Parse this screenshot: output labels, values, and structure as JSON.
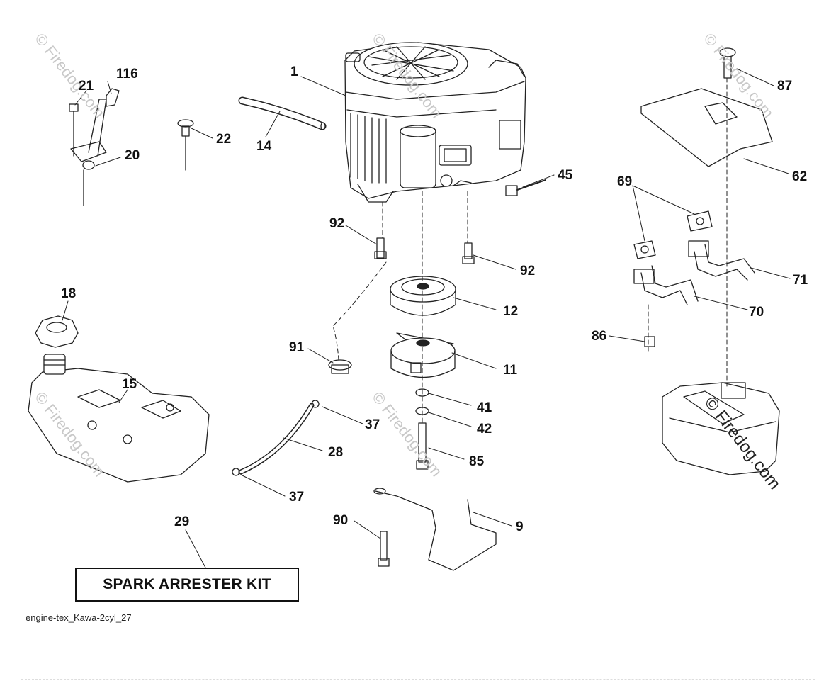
{
  "watermark": "© Firedog.com",
  "callouts": [
    {
      "id": "1",
      "label": "1"
    },
    {
      "id": "116",
      "label": "116"
    },
    {
      "id": "21",
      "label": "21"
    },
    {
      "id": "20",
      "label": "20"
    },
    {
      "id": "22",
      "label": "22"
    },
    {
      "id": "14",
      "label": "14"
    },
    {
      "id": "45",
      "label": "45"
    },
    {
      "id": "87",
      "label": "87"
    },
    {
      "id": "62",
      "label": "62"
    },
    {
      "id": "69",
      "label": "69"
    },
    {
      "id": "71",
      "label": "71"
    },
    {
      "id": "70",
      "label": "70"
    },
    {
      "id": "86",
      "label": "86"
    },
    {
      "id": "92a",
      "label": "92"
    },
    {
      "id": "92b",
      "label": "92"
    },
    {
      "id": "12",
      "label": "12"
    },
    {
      "id": "11",
      "label": "11"
    },
    {
      "id": "91",
      "label": "91"
    },
    {
      "id": "18",
      "label": "18"
    },
    {
      "id": "15",
      "label": "15"
    },
    {
      "id": "41",
      "label": "41"
    },
    {
      "id": "42",
      "label": "42"
    },
    {
      "id": "37a",
      "label": "37"
    },
    {
      "id": "28",
      "label": "28"
    },
    {
      "id": "85",
      "label": "85"
    },
    {
      "id": "37b",
      "label": "37"
    },
    {
      "id": "29",
      "label": "29"
    },
    {
      "id": "90",
      "label": "90"
    },
    {
      "id": "9",
      "label": "9"
    }
  ],
  "kit_label": "SPARK ARRESTER KIT",
  "caption": "engine-tex_Kawa-2cyl_27"
}
